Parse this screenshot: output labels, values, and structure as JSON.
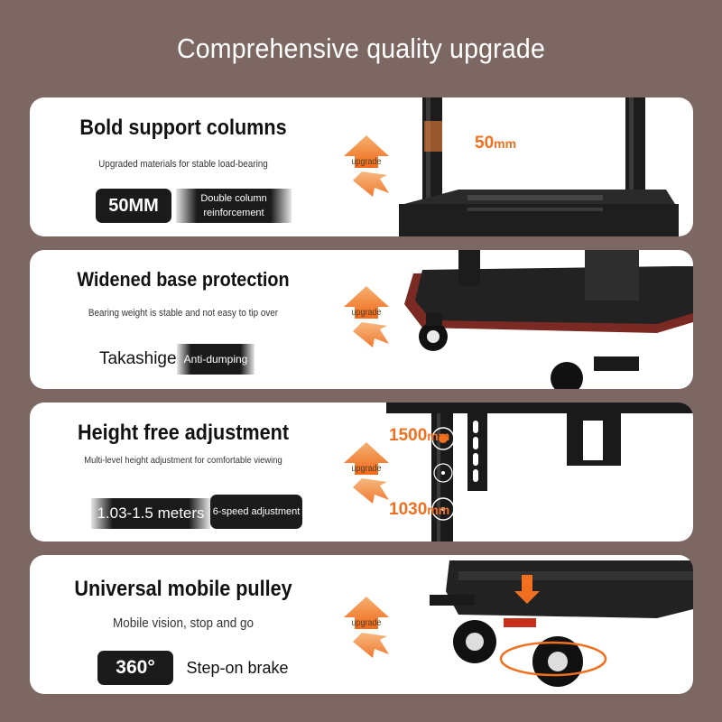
{
  "title": "Comprehensive quality upgrade",
  "colors": {
    "background": "#7d6762",
    "accent": "#f07020",
    "frame": "#1a1a1a",
    "base_edge": "#7a2a22"
  },
  "cards": [
    {
      "heading": "Bold support columns",
      "subtitle": "Upgraded materials for stable load-bearing",
      "badge_dark": "50MM",
      "badge_grad": "Double column reinforcement",
      "arrow_label": "upgrade",
      "dimension": {
        "value": "50",
        "unit": "mm"
      }
    },
    {
      "heading": "Widened base protection",
      "subtitle": "Bearing weight is stable and not easy to tip over",
      "tag_plain": "Takashige",
      "badge_grad": "Anti-dumping",
      "arrow_label": "upgrade"
    },
    {
      "heading": "Height free adjustment",
      "subtitle": "Multi-level height adjustment for comfortable viewing",
      "badge_grad_left": "1.03-1.5 meters",
      "badge_dark": "6-speed adjustment",
      "arrow_label": "upgrade",
      "dimension_top": {
        "value": "1500",
        "unit": "mm"
      },
      "dimension_bottom": {
        "value": "1030",
        "unit": "mm"
      }
    },
    {
      "heading": "Universal mobile pulley",
      "subtitle": "Mobile vision, stop and go",
      "badge_dark": "360°",
      "badge_grad": "Step-on brake",
      "arrow_label": "upgrade"
    }
  ],
  "icons": [
    "upgrade-arrows-icon",
    "caster-wheel-icon",
    "brake-pedal-icon",
    "rotate-arrow-icon",
    "down-arrow-icon"
  ]
}
